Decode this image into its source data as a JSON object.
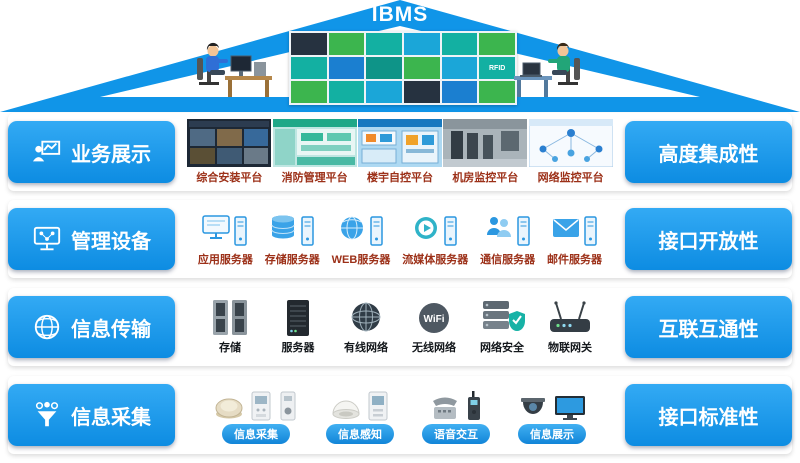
{
  "title": "IBMS",
  "roof": {
    "rfid_label": "RFID"
  },
  "rows": [
    {
      "left_label": "业务展示",
      "right_label": "高度集成性",
      "items": [
        "综合安装平台",
        "消防管理平台",
        "楼宇自控平台",
        "机房监控平台",
        "网络监控平台"
      ]
    },
    {
      "left_label": "管理设备",
      "right_label": "接口开放性",
      "items": [
        "应用服务器",
        "存储服务器",
        "WEB服务器",
        "流媒体服务器",
        "通信服务器",
        "邮件服务器"
      ]
    },
    {
      "left_label": "信息传输",
      "right_label": "互联互通性",
      "items": [
        "存储",
        "服务器",
        "有线网络",
        "无线网络",
        "网络安全",
        "物联网关"
      ],
      "wifi_text": "WiFi"
    },
    {
      "left_label": "信息采集",
      "right_label": "接口标准性",
      "items": [
        "信息采集",
        "信息感知",
        "语音交互",
        "信息展示"
      ]
    }
  ]
}
